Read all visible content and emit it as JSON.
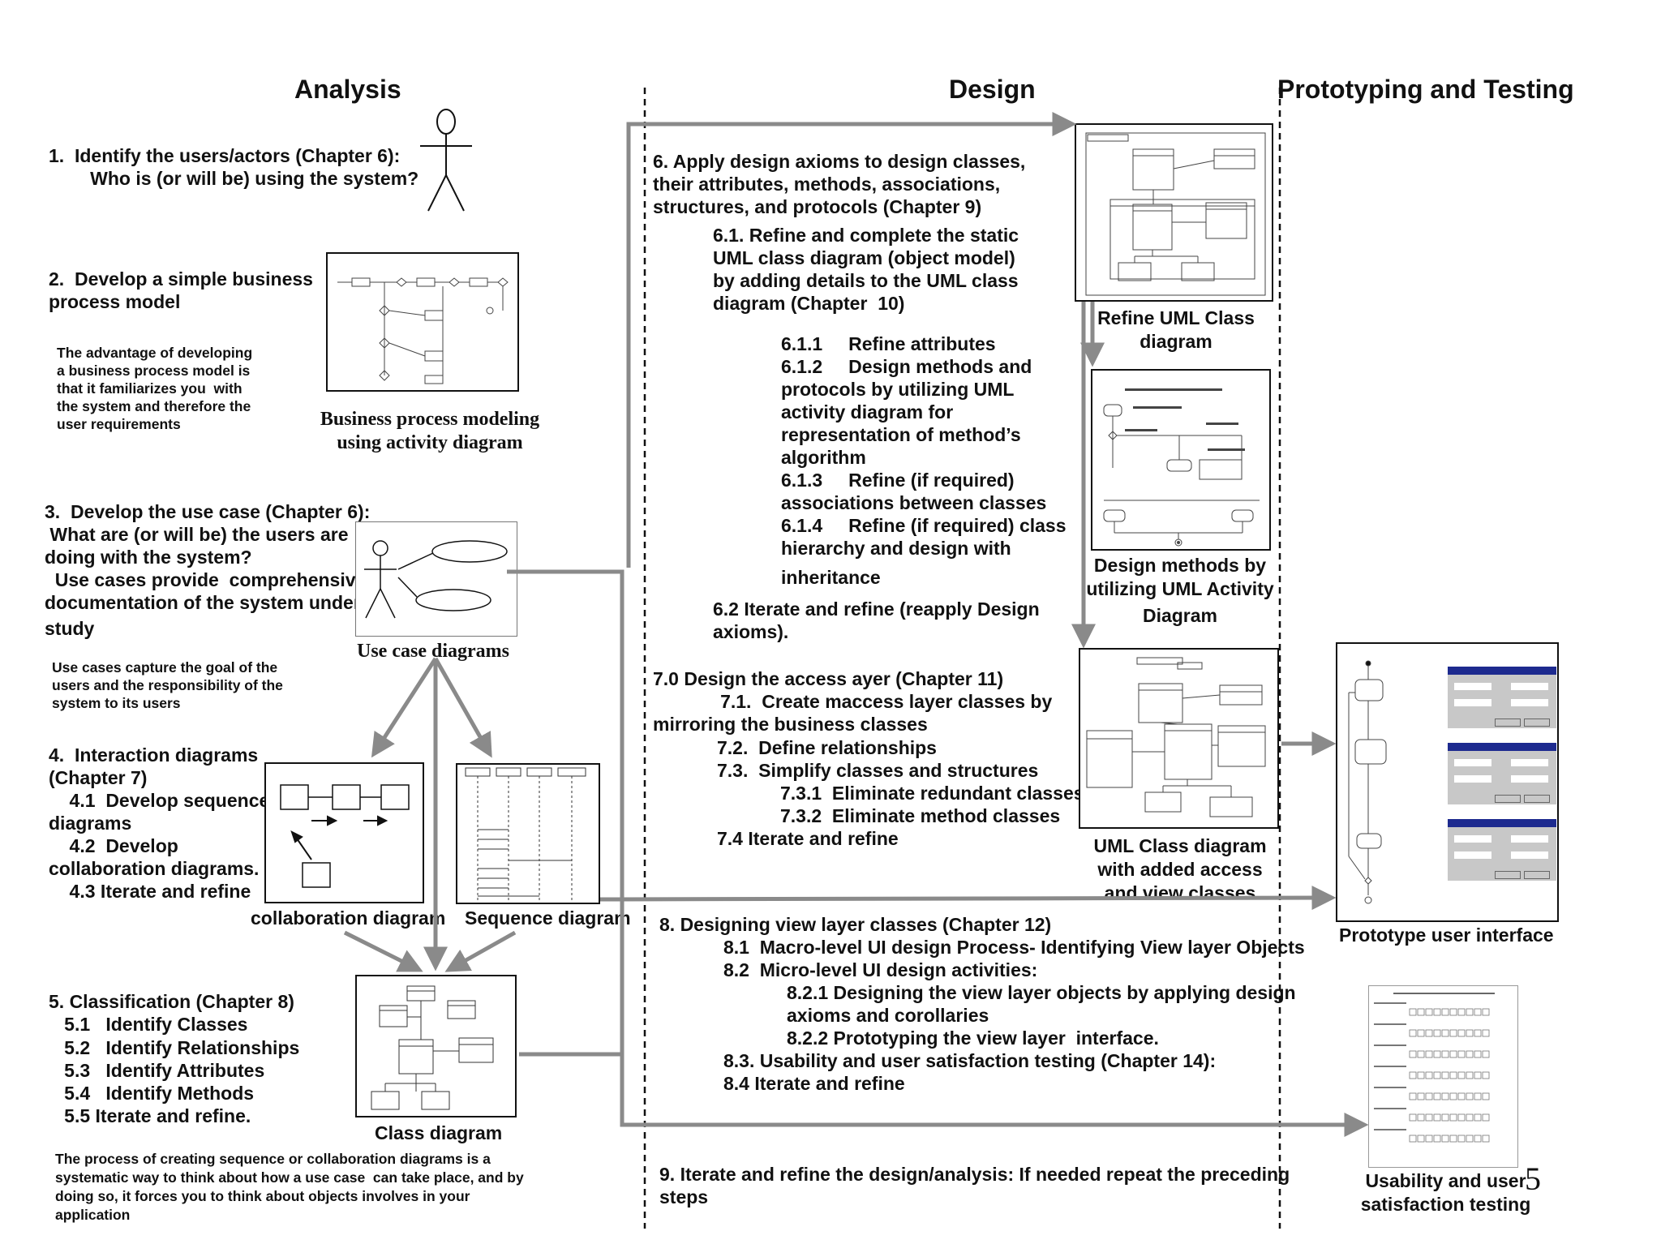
{
  "columns": {
    "analysis": "Analysis",
    "design": "Design",
    "prototyping": "Prototyping and Testing"
  },
  "analysis": {
    "step1": "1.  Identify the users/actors (Chapter 6):\n        Who is (or will be) using the system?",
    "step2": "2.  Develop a simple business\nprocess model",
    "step2_note": "The advantage of developing\na business process model is\nthat it familiarizes you  with\nthe system and therefore the\nuser requirements",
    "step2_caption": "Business process modeling\nusing activity diagram",
    "step3_l1": "3.  Develop the use case (Chapter 6):",
    "step3_l2": " What are (or will be) the users are",
    "step3_l3": "doing with the system?",
    "step3_l4": "  Use cases provide  comprehensive",
    "step3_l5": "documentation of the system under",
    "step3_l6": "study",
    "step3_note": "Use cases capture the goal of the\nusers and the responsibility of the\nsystem to its users",
    "step3_caption": "Use case diagrams",
    "step4": "4.  Interaction diagrams\n(Chapter 7)\n    4.1  Develop sequence\ndiagrams\n    4.2  Develop\ncollaboration diagrams.\n    4.3 Iterate and refine",
    "collab_caption": "collaboration diagram",
    "sequence_caption": "Sequence diagram",
    "step5": "5. Classification (Chapter 8)\n   5.1   Identify Classes\n   5.2   Identify Relationships\n   5.3   Identify Attributes\n   5.4   Identify Methods\n   5.5 Iterate and refine.",
    "class_caption": "Class diagram",
    "closing_note": "The process of creating sequence or collaboration diagrams is a\nsystematic way to think about how a use case  can take place, and by\ndoing so, it forces you to think about objects involves in your\napplication"
  },
  "design": {
    "step6": "6. Apply design axioms to design classes,\ntheir attributes, methods, associations,\nstructures, and protocols (Chapter 9)",
    "step6_1": "6.1. Refine and complete the static\nUML class diagram (object model)\nby adding details to the UML class\ndiagram (Chapter  10)",
    "step6_1_a": "6.1.1     Refine attributes\n6.1.2     Design methods and\nprotocols by utilizing UML\nactivity diagram for\nrepresentation of method’s\nalgorithm\n6.1.3     Refine (if required)\nassociations between classes\n6.1.4     Refine (if required) class\nhierarchy and design with",
    "step6_1_b": "inheritance",
    "step6_2": "6.2 Iterate and refine (reapply Design\naxioms).",
    "step7_head": "7.0 Design the access ayer (Chapter 11)\n             7.1.  Create maccess layer classes by\nmirroring the business classes",
    "step7_items": "7.2.  Define relationships\n7.3.  Simplify classes and structures",
    "step7_sub": "7.3.1  Eliminate redundant classes\n7.3.2  Eliminate method classes",
    "step7_4": "7.4 Iterate and refine",
    "step8_head": "8. Designing view layer classes (Chapter 12)",
    "step8_items": "8.1  Macro-level UI design Process- Identifying View layer Objects\n8.2  Micro-level UI design activities:",
    "step8_sub": "8.2.1 Designing the view layer objects by applying design\naxioms and corollaries\n8.2.2 Prototyping the view layer  interface.",
    "step8_tail": "8.3. Usability and user satisfaction testing (Chapter 14):\n8.4 Iterate and refine",
    "step9": "9. Iterate and refine the design/analysis: If needed repeat the preceding\nsteps",
    "refine_caption": "Refine UML Class\ndiagram",
    "methods_caption_a": "Design methods by\nutilizing UML Activity",
    "methods_caption_b": "Diagram",
    "access_caption": "UML Class diagram\nwith added access\nand view classes"
  },
  "prototyping": {
    "prototype_caption": "Prototype user interface",
    "usability_caption": "Usability and user\nsatisfaction testing",
    "page_number": "5"
  },
  "colors": {
    "arrow": "#8a8a8a",
    "ink": "#111111",
    "ui_titlebar": "#1d2a8f",
    "ui_panel": "#c8c8c8"
  }
}
